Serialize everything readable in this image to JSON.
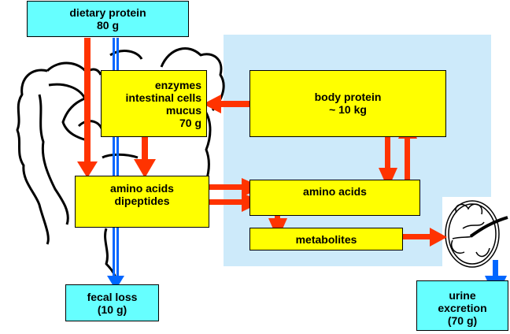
{
  "title": "Protein turnover and digestion diagram",
  "colors": {
    "input_box": "#66ffff",
    "process_box": "#ffff00",
    "body_region": "#cdeafa",
    "flow_arrow": "#ff3300",
    "loss_arrow": "#0066ff"
  },
  "nodes": {
    "dietary_protein": {
      "line1": "dietary protein",
      "line2": "80 g"
    },
    "endogenous": {
      "line1": "enzymes",
      "line2": "intestinal cells",
      "line3": "mucus",
      "line4": "70 g"
    },
    "gut_amino_acids": {
      "line1": "amino acids",
      "line2": "dipeptides"
    },
    "body_protein": {
      "line1": "body protein",
      "line2": "~ 10 kg"
    },
    "body_amino_acids": {
      "line1": "amino acids"
    },
    "metabolites": {
      "line1": "metabolites"
    },
    "fecal_loss": {
      "line1": "fecal loss",
      "line2": "(10 g)"
    },
    "urine_excretion": {
      "line1": "urine",
      "line2": "excretion",
      "line3": "(70 g)"
    }
  },
  "illustrations": [
    "intestine-drawing",
    "kidney-drawing"
  ]
}
